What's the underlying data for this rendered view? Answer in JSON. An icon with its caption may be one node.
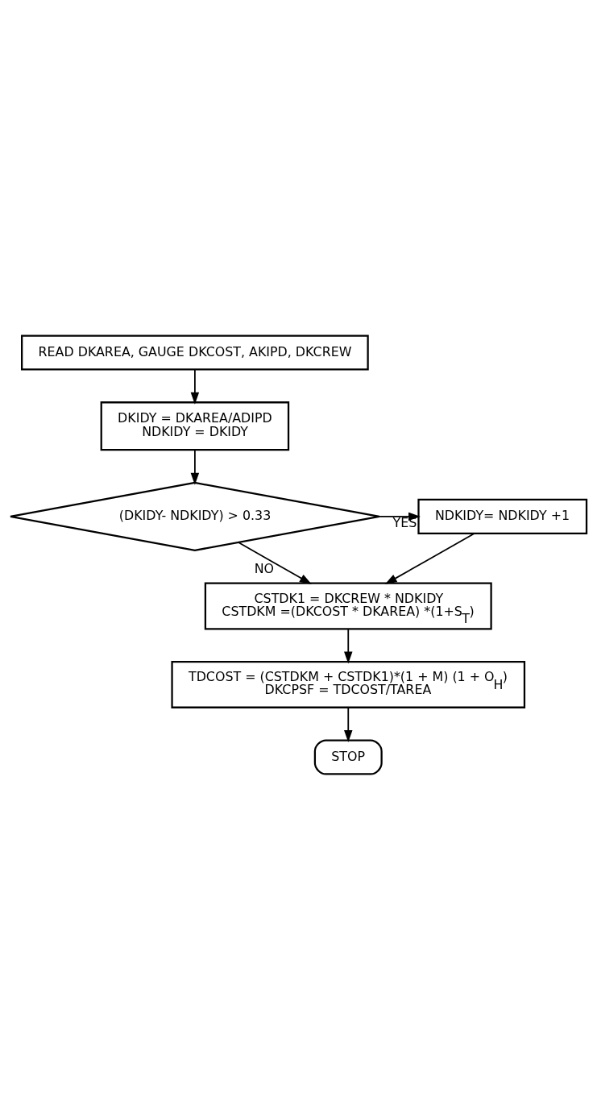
{
  "diagram": {
    "nodes": [
      {
        "text": [
          "READ DKAREA, GAUGE DKCOST, AKIPD, DKCREW"
        ]
      },
      {
        "text": [
          "DKIDY = DKAREA/ADIPD",
          "NDKIDY = DKIDY"
        ]
      },
      {
        "text": [
          "(DKIDY- NDKIDY) > 0.33"
        ]
      },
      {
        "text": [
          "NDKIDY= NDKIDY +1"
        ]
      },
      {
        "text": [
          "CSTDK1 = DKCREW * NDKIDY",
          "CSTDKM =(DKCOST * DKAREA) *(1+S$_{T}$)"
        ]
      },
      {
        "text": [
          "TDCOST = (CSTDKM + CSTDK1)*(1 + M) (1 + O$_{H}$)",
          "DKCPSF = TDCOST/TAREA"
        ]
      },
      {
        "text": [
          "STOP"
        ]
      }
    ],
    "edges": [
      {
        "from": 0,
        "to": 1,
        "arrow": "to"
      },
      {
        "from": 1,
        "to": 2,
        "arrow": "to"
      },
      {
        "from": 2,
        "to": 3,
        "arrow": "to",
        "label": "YES"
      },
      {
        "from": 2,
        "to": 4,
        "arrow": "to",
        "label": "NO"
      },
      {
        "from": 3,
        "to": 4,
        "arrow": "to"
      },
      {
        "from": 4,
        "to": 5,
        "arrow": "to"
      },
      {
        "from": 5,
        "to": 6,
        "arrow": "to"
      }
    ]
  }
}
